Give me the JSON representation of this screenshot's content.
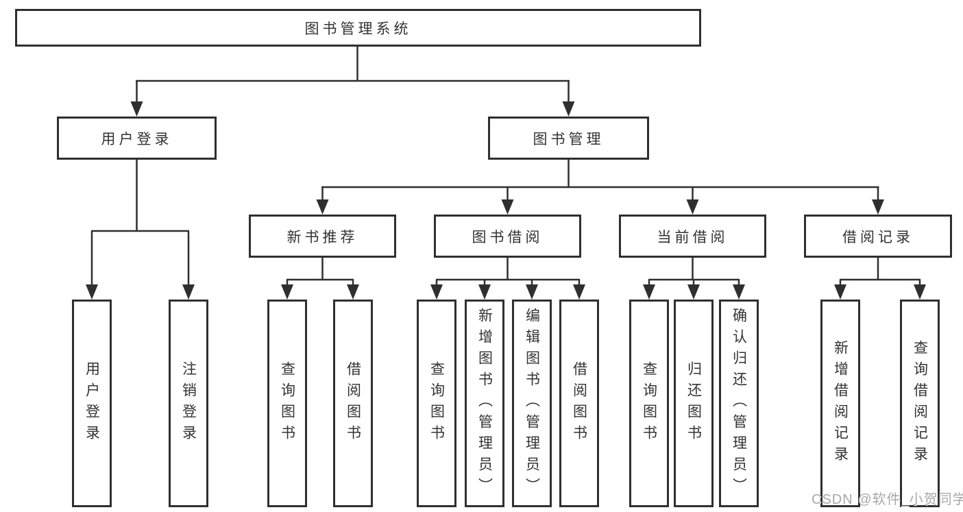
{
  "diagram": {
    "root": {
      "label": "图书管理系统"
    },
    "level2": {
      "user_login": {
        "label": "用户登录"
      },
      "book_management": {
        "label": "图书管理"
      }
    },
    "level3": {
      "new_book_recommend": {
        "label": "新书推荐"
      },
      "book_borrowing": {
        "label": "图书借阅"
      },
      "current_borrowing": {
        "label": "当前借阅"
      },
      "borrowing_records": {
        "label": "借阅记录"
      }
    },
    "leaves": {
      "user_login": [
        "用户登录",
        "注销登录"
      ],
      "new_book_recommend": [
        "查询图书",
        "借阅图书"
      ],
      "book_borrowing": [
        "查询图书",
        "新增图书（管理员）",
        "编辑图书（管理员）",
        "借阅图书"
      ],
      "current_borrowing": [
        "查询图书",
        "归还图书",
        "确认归还（管理员）"
      ],
      "borrowing_records": [
        "新增借阅记录",
        "查询借阅记录"
      ]
    }
  },
  "watermark": {
    "text": "CSDN @软件_小贺同学"
  },
  "colors": {
    "line": "#2f2f2f",
    "box_border": "#2f2f2f",
    "box_fill": "#ffffff",
    "text": "#333333",
    "watermark": "#a8a8a8"
  }
}
